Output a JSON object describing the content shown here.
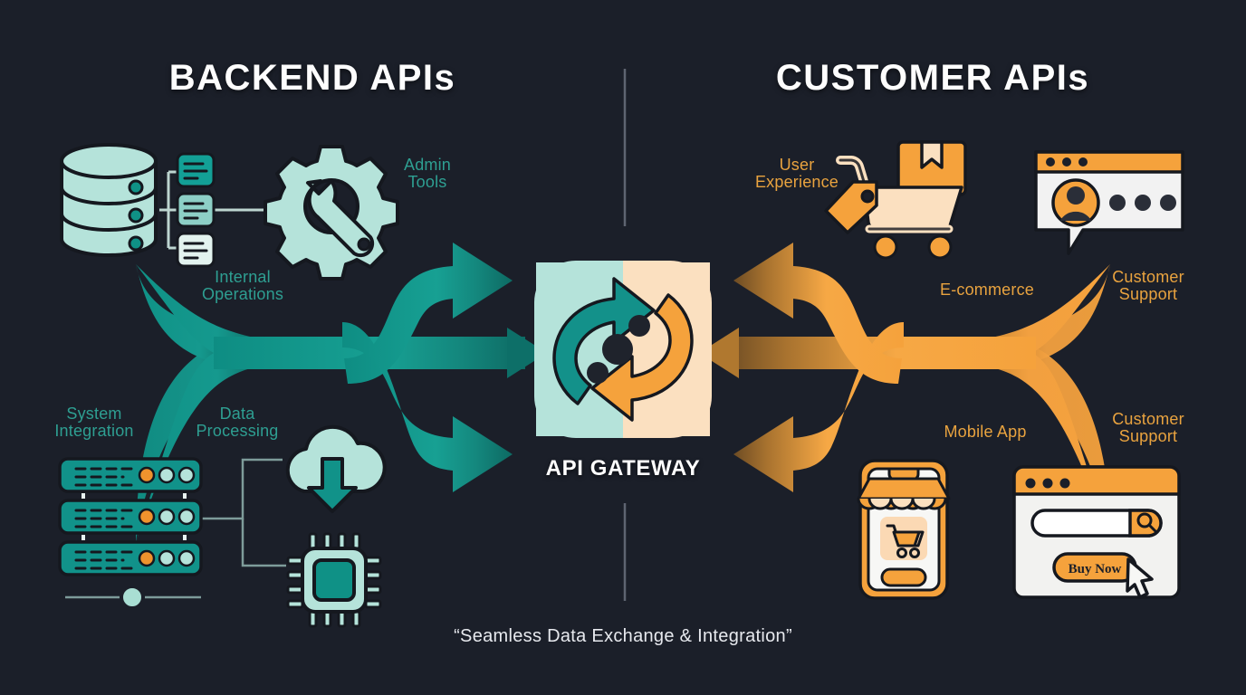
{
  "meta": {
    "background_color": "#1b1f29",
    "teal": "#0f9186",
    "teal_light": "#b5e3da",
    "orange": "#f5a23c",
    "cream": "#fbe0c0",
    "label_teal": "#2e9f92",
    "label_orange": "#e9a33f"
  },
  "headings": {
    "left_title": "BACKEND APIs",
    "right_title": "CUSTOMER APIs"
  },
  "center": {
    "gateway_label": "API GATEWAY",
    "caption": "“Seamless Data Exchange & Integration”"
  },
  "left_labels": [
    {
      "id": "admin-tools",
      "text": "Admin\nTools",
      "line1": "Admin",
      "line2": "Tools"
    },
    {
      "id": "internal-operations",
      "text": "Internal\nOperations",
      "line1": "Internal",
      "line2": "Operations"
    },
    {
      "id": "system-integration",
      "text": "System\nIntegration",
      "line1": "System",
      "line2": "Integration"
    },
    {
      "id": "data-processing",
      "text": "Data\nProcessing",
      "line1": "Data",
      "line2": "Processing"
    }
  ],
  "right_labels": [
    {
      "id": "user-experience",
      "line1": "User",
      "line2": "Experience"
    },
    {
      "id": "e-commerce",
      "line1": "E-commerce",
      "line2": ""
    },
    {
      "id": "customer-support-top",
      "line1": "Customer",
      "line2": "Support"
    },
    {
      "id": "mobile-app",
      "line1": "Mobile App",
      "line2": ""
    },
    {
      "id": "customer-support-bottom",
      "line1": "Customer",
      "line2": "Support"
    }
  ],
  "icons": {
    "database": "database-cylinder-icon",
    "document_cards": "document-card-icon",
    "gear_wrench": "gear-wrench-icon",
    "server_stack": "server-rack-icon",
    "cloud_download": "cloud-download-icon",
    "cpu_chip": "cpu-chip-icon",
    "shopping_cart": "shopping-cart-icon",
    "package_box": "package-box-icon",
    "price_tag": "price-tag-icon",
    "chat_support": "chat-support-window-icon",
    "mobile_shop": "mobile-shop-icon",
    "browser_window": "browser-window-icon",
    "search": "search-icon",
    "cursor": "cursor-arrow-icon",
    "gateway": "api-gateway-exchange-icon"
  },
  "browser_window": {
    "button_label": "Buy Now"
  }
}
